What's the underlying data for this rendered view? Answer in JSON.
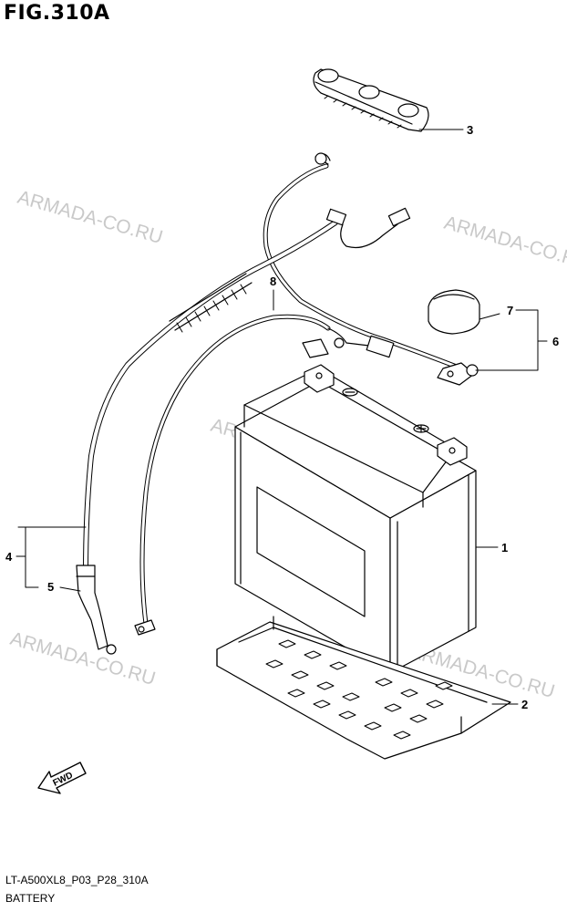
{
  "figure": {
    "title": "FIG.310A"
  },
  "footer": {
    "code": "LT-A500XL8_P03_P28_310A",
    "name": "BATTERY"
  },
  "callouts": {
    "n1": "1",
    "n2": "2",
    "n3": "3",
    "n4": "4",
    "n5": "5",
    "n6": "6",
    "n7": "7",
    "n8": "8"
  },
  "watermark": {
    "text": "ARMADA-CO.RU"
  },
  "direction": {
    "label": "FWD"
  },
  "colors": {
    "line": "#000000",
    "watermark": "#c9c9c9",
    "background": "#ffffff"
  }
}
